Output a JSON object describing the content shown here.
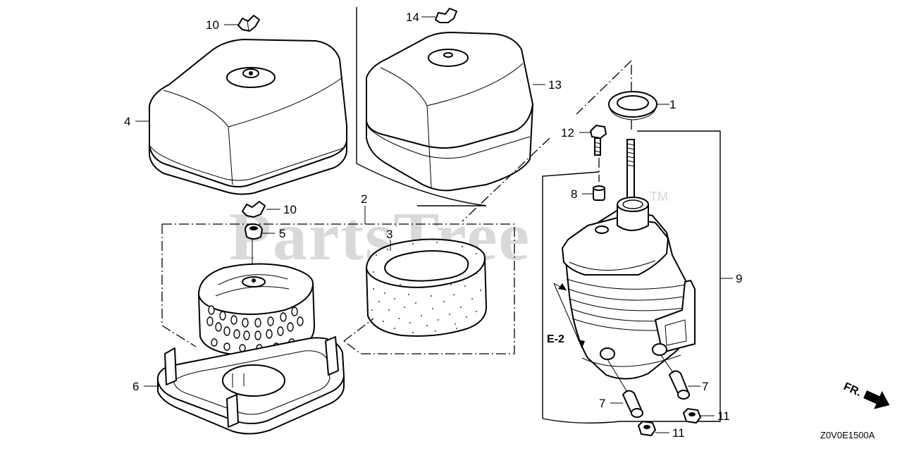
{
  "watermark": {
    "text": "PartsTree",
    "trademark": "TM"
  },
  "callouts": [
    {
      "number": "1"
    },
    {
      "number": "2"
    },
    {
      "number": "3"
    },
    {
      "number": "4"
    },
    {
      "number": "5"
    },
    {
      "number": "6"
    },
    {
      "number": "7"
    },
    {
      "number": "7"
    },
    {
      "number": "8"
    },
    {
      "number": "9"
    },
    {
      "number": "10"
    },
    {
      "number": "10"
    },
    {
      "number": "11"
    },
    {
      "number": "11"
    },
    {
      "number": "12"
    },
    {
      "number": "13"
    },
    {
      "number": "14"
    }
  ],
  "reference": "E-2",
  "direction": "FR.",
  "diagram_code": "Z0V0E1500A"
}
